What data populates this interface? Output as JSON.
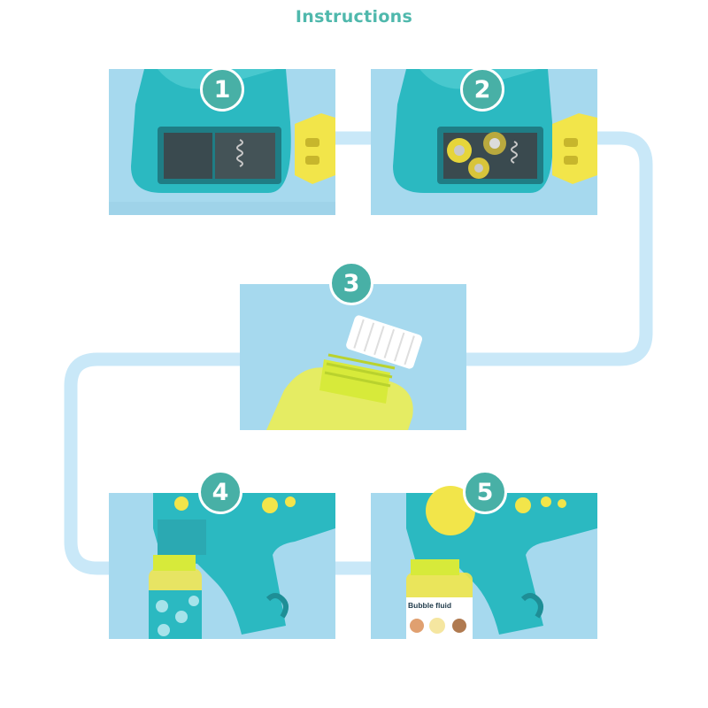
{
  "title": "Instructions",
  "colors": {
    "title": "#4fb8ac",
    "badge": "#48b0a6",
    "connector": "#c9e8f8",
    "photo_bg": "#a6d9ee",
    "toy_teal": "#2bb9c1",
    "toy_yellow": "#f2e54a"
  },
  "steps": [
    {
      "number": "1",
      "photo": "gun handle with open empty battery compartment"
    },
    {
      "number": "2",
      "photo": "batteries inserted into compartment"
    },
    {
      "number": "3",
      "photo": "bubble fluid bottle with white cap"
    },
    {
      "number": "4",
      "photo": "bottle attached under bubble gun"
    },
    {
      "number": "5",
      "photo": "assembled bubble gun with bottle",
      "bottle_label": "Bubble fluid"
    }
  ]
}
